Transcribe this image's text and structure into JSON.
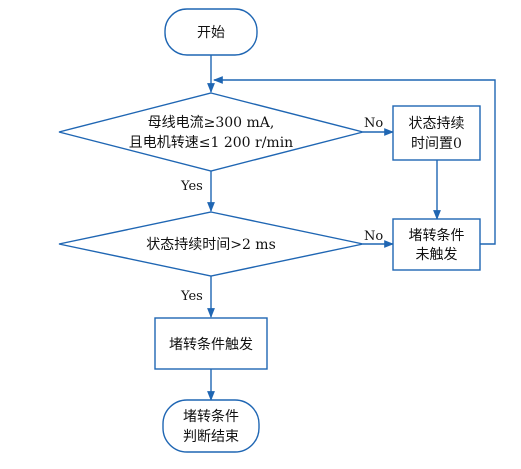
{
  "flowchart": {
    "start": "开始",
    "condition_current": {
      "line1": "母线电流≥300 mA,",
      "line2": "且电机转速≤1 200 r/min"
    },
    "reset_timer": {
      "line1": "状态持续",
      "line2": "时间置0"
    },
    "condition_duration": "状态持续时间>2 ms",
    "not_triggered": {
      "line1": "堵转条件",
      "line2": "未触发"
    },
    "triggered": "堵转条件触发",
    "end": {
      "line1": "堵转条件",
      "line2": "判断结束"
    },
    "edge_labels": {
      "no_1": "No",
      "yes_1": "Yes",
      "no_2": "No",
      "yes_2": "Yes"
    }
  },
  "colors": {
    "line": "#1f66b3",
    "fill": "#ffffff",
    "text": "#111111"
  }
}
